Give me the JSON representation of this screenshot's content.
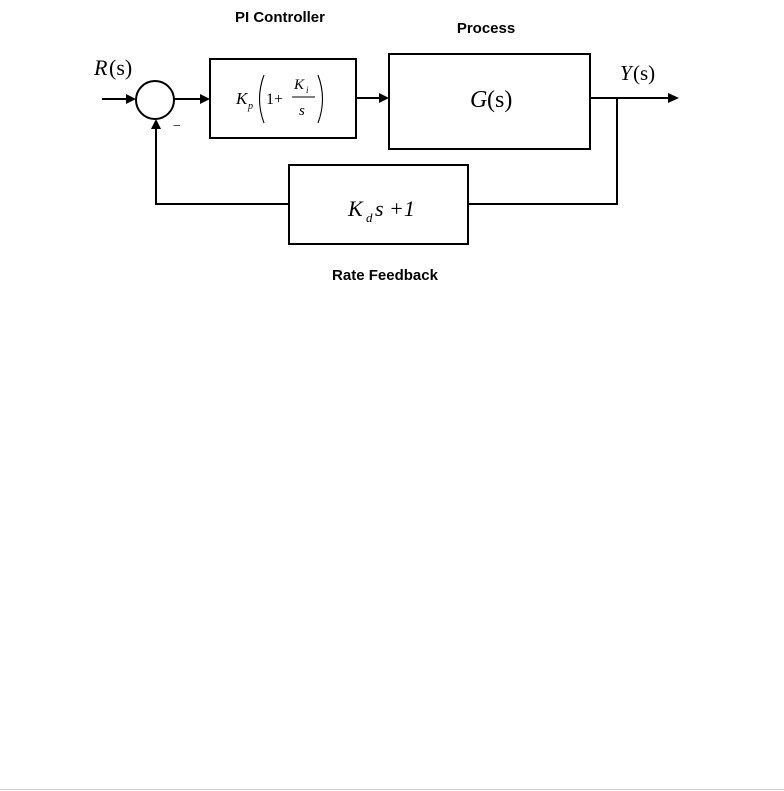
{
  "labels": {
    "pi_controller": "PI Controller",
    "process": "Process",
    "rate_feedback": "Rate Feedback"
  },
  "signals": {
    "input_R": "R",
    "input_s": "(s)",
    "output_Y": "Y",
    "output_s": "(s)",
    "minus_sign": "−"
  },
  "blocks": {
    "pi": {
      "kp_K": "K",
      "kp_sub": "p",
      "one_plus": "1+",
      "ki_K": "K",
      "ki_sub": "i",
      "den_s": "s"
    },
    "process": {
      "G": "G",
      "s": "(s)"
    },
    "feedback": {
      "kd_K": "K",
      "kd_sub": "d",
      "s_plus_one": "s +1"
    }
  },
  "colors": {
    "stroke": "#000000",
    "background": "#ffffff"
  }
}
